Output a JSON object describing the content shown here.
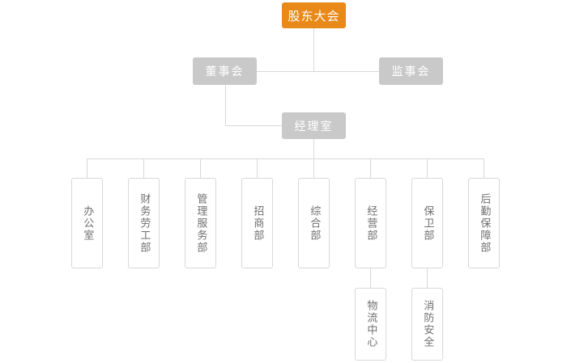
{
  "chart": {
    "title_root": "股东大会",
    "level2": [
      {
        "label": "董事会",
        "name": "board-of-directors"
      },
      {
        "label": "监事会",
        "name": "board-of-supervisors"
      }
    ],
    "level3": {
      "label": "经理室",
      "name": "manager-office"
    },
    "departments": [
      {
        "label": "办公室",
        "name": "dept-office"
      },
      {
        "label": "财务劳工部",
        "name": "dept-finance-labor"
      },
      {
        "label": "管理服务部",
        "name": "dept-management-service"
      },
      {
        "label": "招商部",
        "name": "dept-investment"
      },
      {
        "label": "综合部",
        "name": "dept-general-affairs"
      },
      {
        "label": "经营部",
        "name": "dept-operations"
      },
      {
        "label": "保卫部",
        "name": "dept-security"
      },
      {
        "label": "后勤保障部",
        "name": "dept-logistics-support"
      }
    ],
    "subunits": [
      {
        "label": "物流中心",
        "name": "unit-logistics-center"
      },
      {
        "label": "消防安全",
        "name": "unit-fire-safety"
      }
    ],
    "colors": {
      "root_fill": "#e8891a",
      "level_fill": "#c9c9c9",
      "box_border": "#d8d8d8",
      "connector": "#d8d8d8",
      "dept_text": "#6f6f6f",
      "background": "#ffffff"
    }
  }
}
